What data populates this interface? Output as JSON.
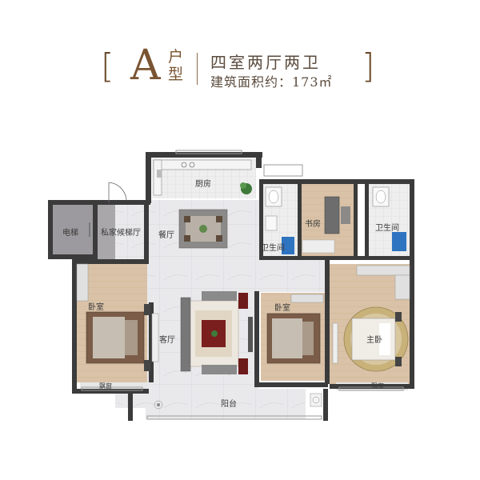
{
  "header": {
    "bracket_left": "[",
    "unit_letter": "A",
    "unit_sub_1": "户",
    "unit_sub_2": "型",
    "title": "四室两厅两卫",
    "area_label": "建筑面积约：173㎡",
    "bracket_right": "]"
  },
  "rooms": {
    "elevator": "电梯",
    "private_lobby": "私家候梯厅",
    "kitchen": "厨房",
    "dining": "餐厅",
    "study": "书房",
    "bath_1": "卫生间",
    "bath_2": "卫生间",
    "bedroom_left": "卧室",
    "living": "客厅",
    "bedroom_mid": "卧室",
    "master": "主卧",
    "balcony": "阳台",
    "bay_left": "飘窗",
    "bay_right": "飘窗"
  },
  "colors": {
    "wall": "#3b3b3b",
    "wood_floor": "#d9c2a7",
    "tile_floor": "#e6e6e9",
    "grey_floor": "#9c9a9e",
    "brown_accent": "#6b4a2b"
  }
}
